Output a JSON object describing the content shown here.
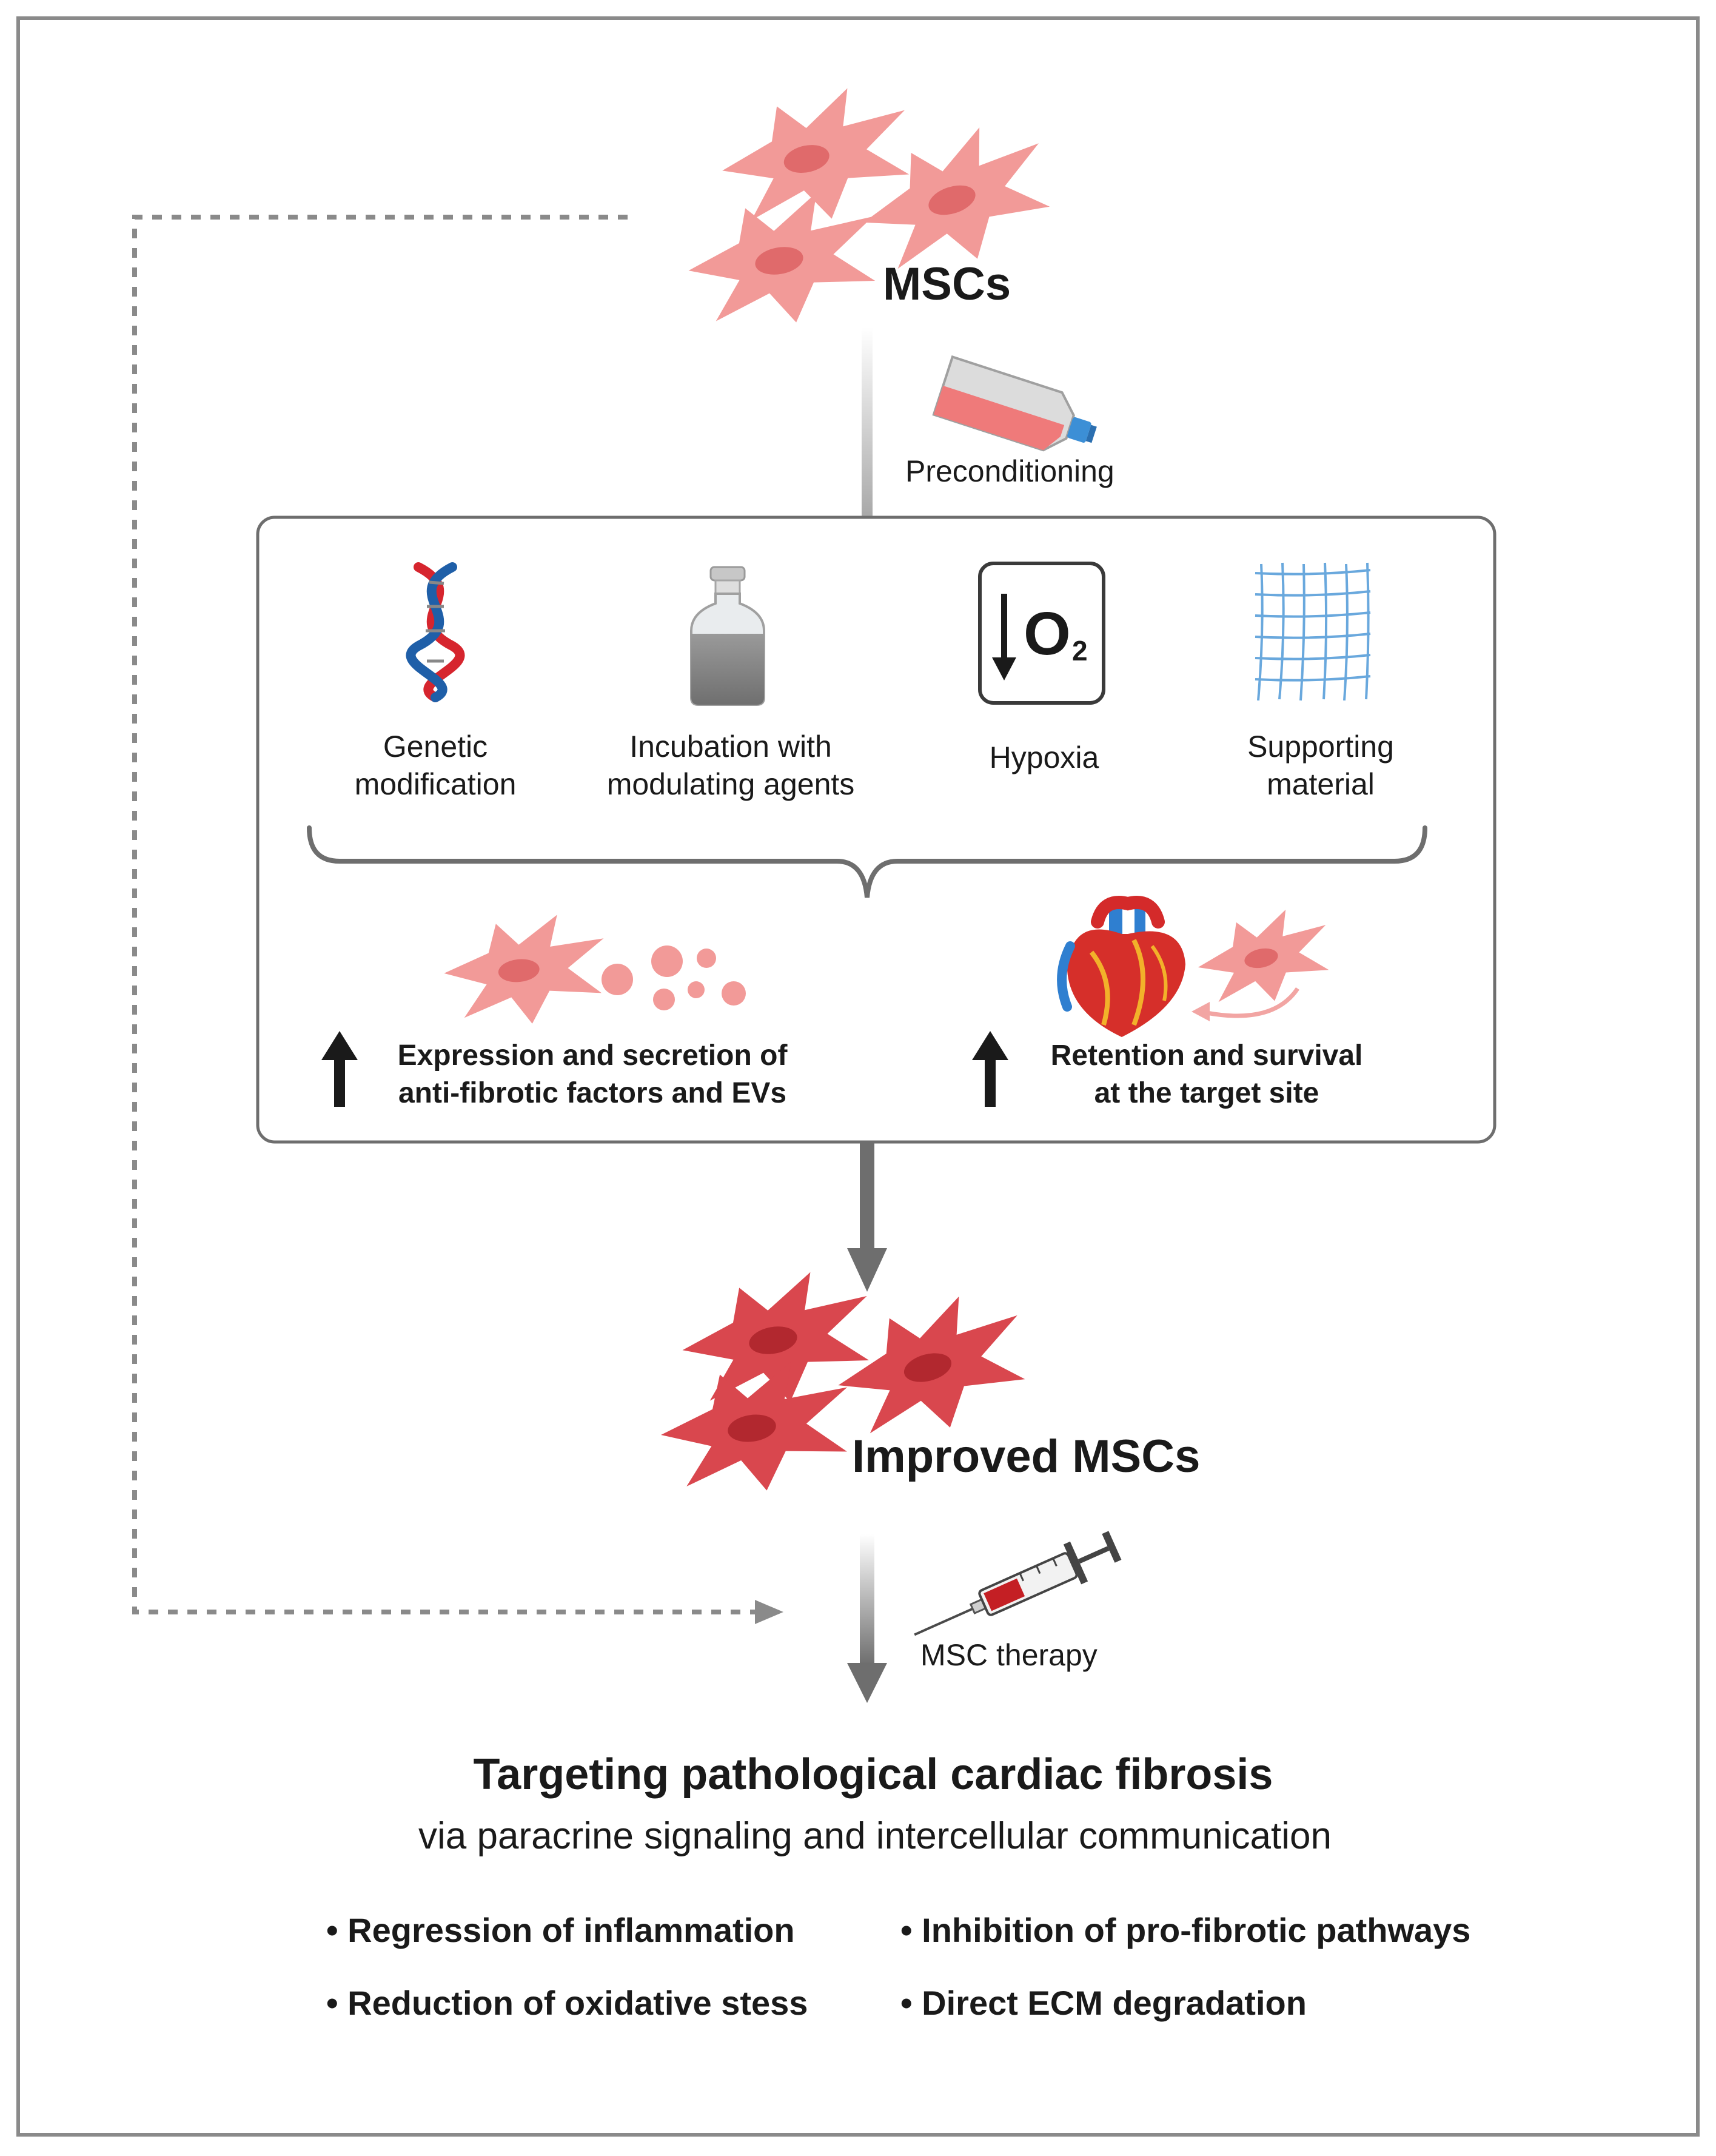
{
  "top_cells_label": "MSCs",
  "preconditioning_label": "Preconditioning",
  "methods": [
    {
      "icon": "dna-helix-icon",
      "label_lines": [
        "Genetic",
        "modification"
      ]
    },
    {
      "icon": "vial-icon",
      "label_lines": [
        "Incubation with",
        "modulating agents"
      ]
    },
    {
      "icon": "hypoxia-o2-icon",
      "label_lines": [
        "Hypoxia"
      ],
      "icon_text": "O",
      "icon_sub": "2"
    },
    {
      "icon": "mesh-scaffold-icon",
      "label_lines": [
        "Supporting",
        "material"
      ]
    }
  ],
  "effects": [
    {
      "icon": "up-arrow-icon",
      "label_lines": [
        "Expression and secretion of",
        "anti-fibrotic factors and EVs"
      ]
    },
    {
      "icon": "up-arrow-icon",
      "label_lines": [
        "Retention and survival",
        "at the target site"
      ]
    }
  ],
  "improved_cells_label": "Improved MSCs",
  "therapy_label": "MSC therapy",
  "final": {
    "title": "Targeting pathological cardiac fibrosis",
    "subtitle": "via paracrine signaling and intercellular communication",
    "bullets": [
      "• Regression of inflammation",
      "• Inhibition of pro-fibrotic pathways",
      "• Reduction of oxidative stess",
      "• Direct ECM degradation"
    ]
  },
  "colors": {
    "msc_fill": "#f29a98",
    "msc_nucleus": "#e06a6b",
    "improved_fill": "#d9474e",
    "improved_nucleus": "#b2282f",
    "arrow_gray": "#6e6e6e",
    "box_border": "#6e6e6e"
  }
}
